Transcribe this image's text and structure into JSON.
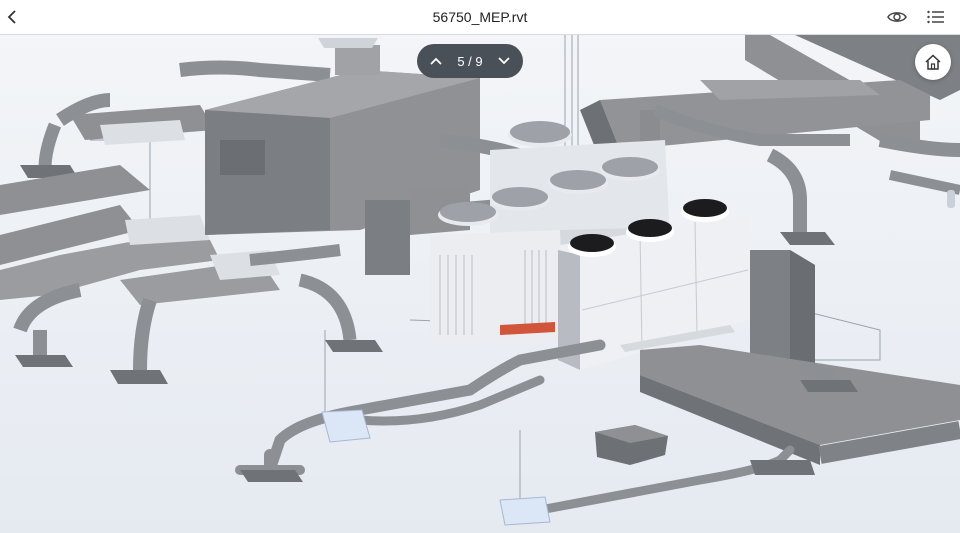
{
  "header": {
    "title": "56750_MEP.rvt"
  },
  "pager": {
    "current": "5",
    "separator": "/",
    "total": "9",
    "label": "5 / 9"
  },
  "icons": {
    "back": "chevron-left-icon",
    "view": "eye-icon",
    "menu": "list-icon",
    "home": "home-icon",
    "prev": "chevron-up-icon",
    "next": "chevron-down-icon"
  },
  "colors": {
    "duct": "#8e9094",
    "duct_dark": "#6d7074",
    "unit_white": "#e9ebee",
    "fan_dark": "#1c1c1e",
    "pipe_red": "#d0553a",
    "background": "#eef2f7"
  }
}
